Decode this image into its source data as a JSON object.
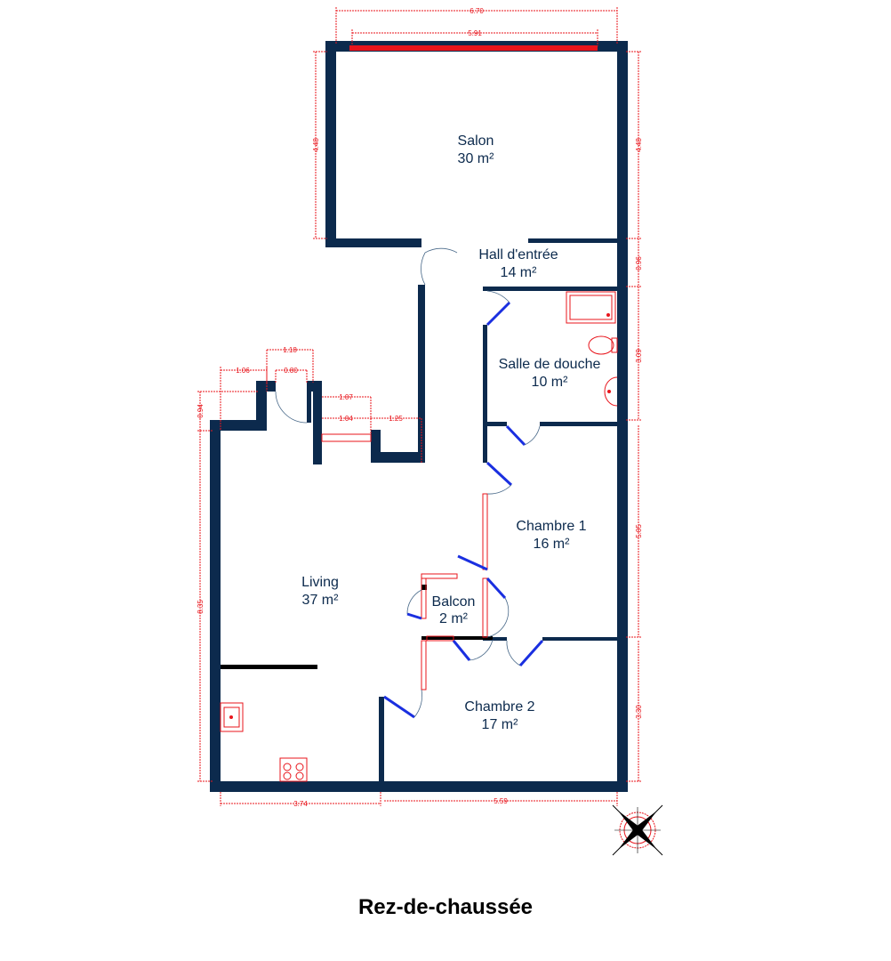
{
  "title": "Rez-de-chaussée",
  "rooms": {
    "salon": {
      "name": "Salon",
      "area": "30 m²"
    },
    "hall": {
      "name": "Hall d'entrée",
      "area": "14 m²"
    },
    "douche": {
      "name": "Salle de douche",
      "area": "10 m²"
    },
    "chambre1": {
      "name": "Chambre 1",
      "area": "16 m²"
    },
    "living": {
      "name": "Living",
      "area": "37 m²"
    },
    "balcon": {
      "name": "Balcon",
      "area": "2 m²"
    },
    "chambre2": {
      "name": "Chambre 2",
      "area": "17 m²"
    }
  },
  "dims": {
    "top_total": "6.70",
    "top_window": "5.91",
    "salon_left": "4.48",
    "salon_right": "4.48",
    "hall_right": "0.96",
    "douche_right": "3.09",
    "ch1_right": "5.05",
    "ch2_right": "3.30",
    "living_left": "8.35",
    "step_left": "0.94",
    "step_w": "1.06",
    "door_outer": "1.18",
    "door_w": "0.80",
    "win_top": "1.07",
    "win_w": "1.04",
    "niche_w": "1.25",
    "bottom_left": "3.74",
    "bottom_right": "5.59"
  },
  "colors": {
    "wall": "#0c2a4d",
    "dimension": "#e8141b",
    "door_leaf": "#1a2fe0"
  }
}
